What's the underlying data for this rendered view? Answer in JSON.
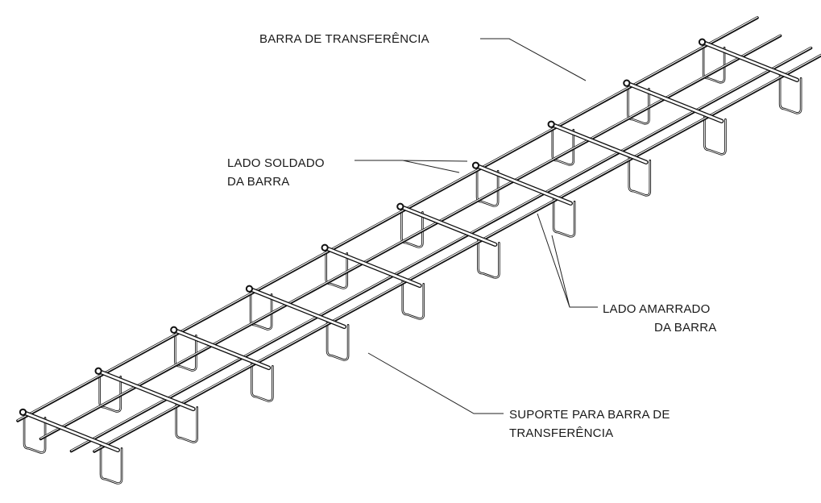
{
  "labels": {
    "barra_transferencia": "BARRA DE TRANSFERÊNCIA",
    "lado_soldado_line1": "LADO SOLDADO",
    "lado_soldado_line2": "DA BARRA",
    "lado_amarrado_line1": "LADO AMARRADO",
    "lado_amarrado_line2": "DA BARRA",
    "suporte_line1": "SUPORTE PARA BARRA DE",
    "suporte_line2": "TRANSFERÊNCIA"
  },
  "colors": {
    "steel": "#111111",
    "background": "#ffffff",
    "text": "#1a1a1a"
  }
}
